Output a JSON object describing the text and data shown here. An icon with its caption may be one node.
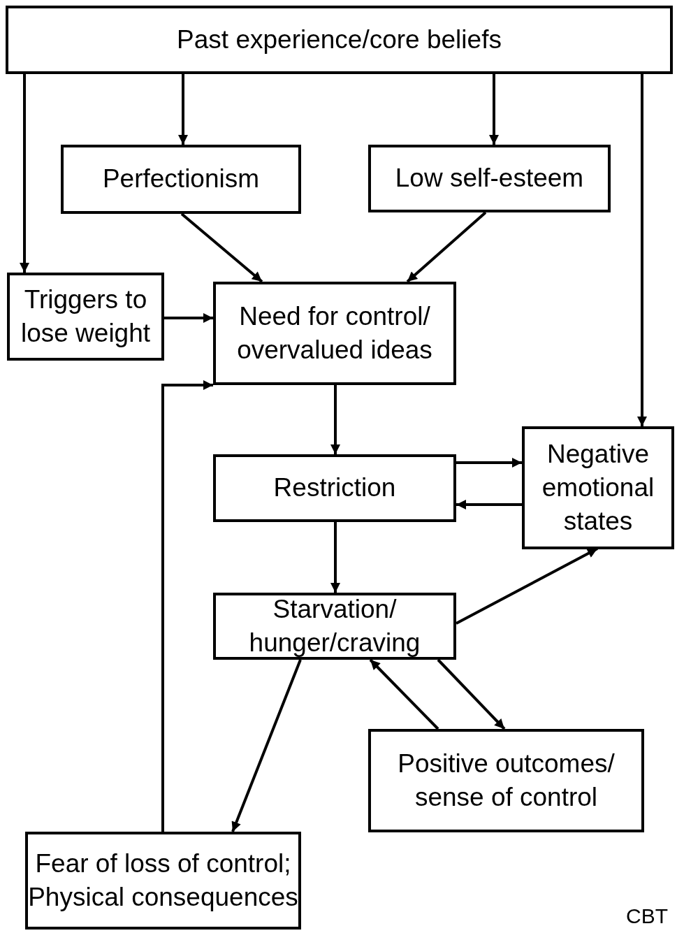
{
  "diagram": {
    "nodes": [
      {
        "text": [
          "Past experience/core beliefs"
        ]
      },
      {
        "text": [
          "Perfectionism"
        ]
      },
      {
        "text": [
          "Low self-esteem"
        ]
      },
      {
        "text": [
          "Triggers to lose weight"
        ]
      },
      {
        "text": [
          "Need for control/ overvalued ideas"
        ]
      },
      {
        "text": [
          "Restriction"
        ]
      },
      {
        "text": [
          "Negative emotional states"
        ]
      },
      {
        "text": [
          "Starvation/ hunger/craving"
        ]
      },
      {
        "text": [
          "Positive outcomes/ sense of control"
        ]
      },
      {
        "text": [
          "Fear of loss of control; Physical consequences"
        ]
      }
    ],
    "edges": [
      {
        "from": 0,
        "to": 3,
        "arrow": "to"
      },
      {
        "from": 0,
        "to": 1,
        "arrow": "to"
      },
      {
        "from": 0,
        "to": 2,
        "arrow": "to"
      },
      {
        "from": 0,
        "to": 6,
        "arrow": "to"
      },
      {
        "from": 1,
        "to": 4,
        "arrow": "to"
      },
      {
        "from": 2,
        "to": 4,
        "arrow": "to"
      },
      {
        "from": 3,
        "to": 4,
        "arrow": "to"
      },
      {
        "from": 4,
        "to": 5,
        "arrow": "to"
      },
      {
        "from": 5,
        "to": 6,
        "arrow": "to"
      },
      {
        "from": 6,
        "to": 5,
        "arrow": "to"
      },
      {
        "from": 5,
        "to": 7,
        "arrow": "to"
      },
      {
        "from": 7,
        "to": 6,
        "arrow": "to"
      },
      {
        "from": 7,
        "to": 8,
        "arrow": "to"
      },
      {
        "from": 8,
        "to": 7,
        "arrow": "to"
      },
      {
        "from": 7,
        "to": 9,
        "arrow": "to"
      },
      {
        "from": 9,
        "to": 4,
        "arrow": "to"
      }
    ],
    "labels": [
      "CBT"
    ]
  }
}
